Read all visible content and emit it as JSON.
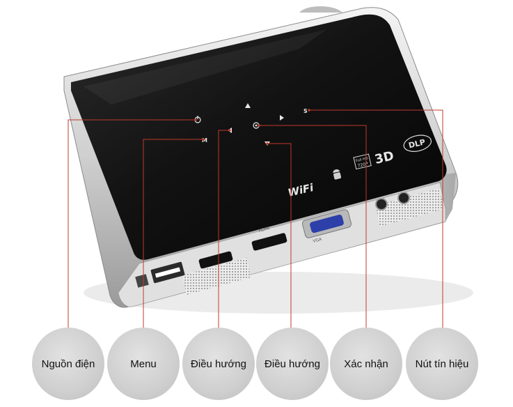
{
  "device": {
    "brand_labels": {
      "wifi": "WiFi",
      "three_d": "3D",
      "dlp": "DLP",
      "full_hd": "Full HD",
      "resolution": "720P"
    },
    "button_marks": {
      "menu": "M",
      "source": "S"
    },
    "port_labels": {
      "hdmi": "HDMI",
      "vga": "VGA"
    },
    "icons": [
      "power-icon",
      "up-arrow-icon",
      "left-arrow-icon",
      "ok-icon",
      "right-arrow-icon",
      "down-arrow-icon",
      "android-icon"
    ]
  },
  "callouts": [
    {
      "label": "Nguồn điện"
    },
    {
      "label": "Menu"
    },
    {
      "label": "Điều hướng"
    },
    {
      "label": "Điều hướng"
    },
    {
      "label": "Xác nhận"
    },
    {
      "label": "Nút tín hiệu"
    }
  ],
  "colors": {
    "callout_line": "#c0392b",
    "top_panel": "#141414",
    "body_silver": "#d9d9d9",
    "circle_fill": "#d0d0d0"
  }
}
